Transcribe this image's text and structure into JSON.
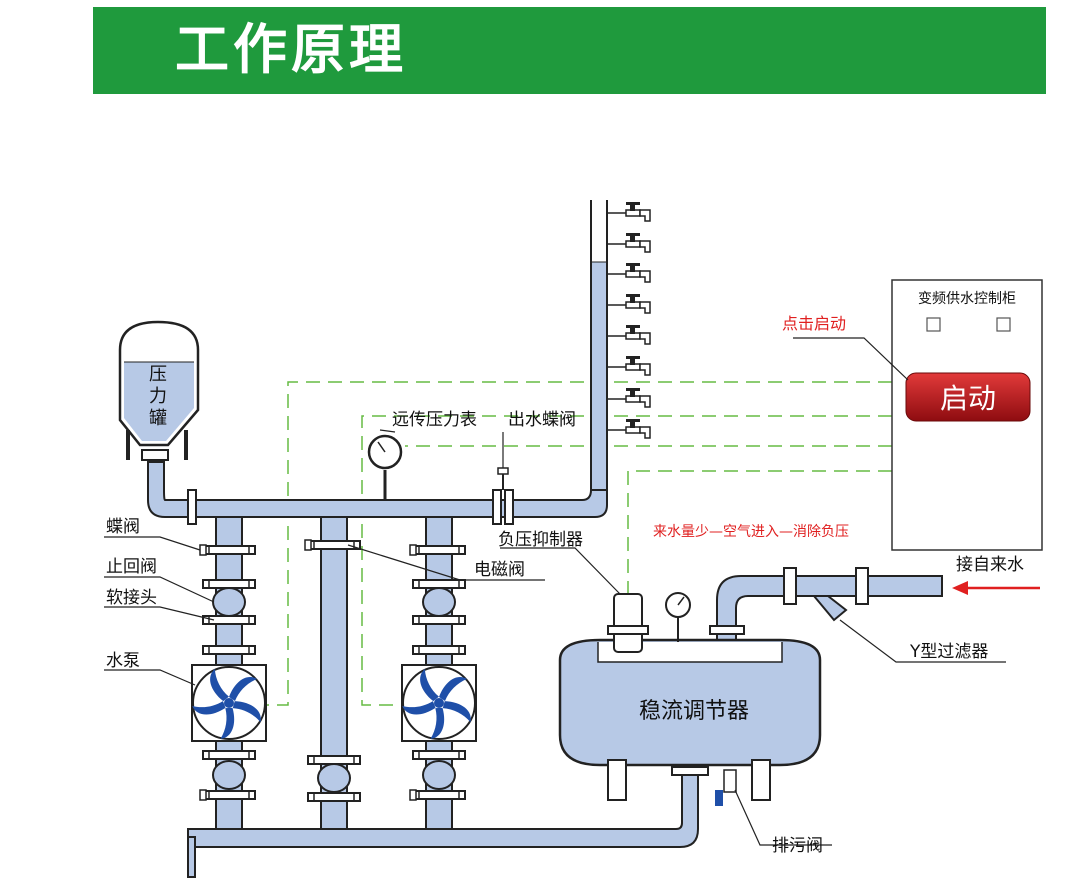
{
  "banner": {
    "title": "工作原理"
  },
  "cabinet": {
    "title": "变频供水控制柜",
    "start_button": "启动",
    "click_hint": "点击启动"
  },
  "labels": {
    "pressure_tank": [
      "压",
      "力",
      "罐"
    ],
    "remote_gauge": "远传压力表",
    "outlet_valve": "出水蝶阀",
    "butterfly_valve": "蝶阀",
    "check_valve": "止回阀",
    "soft_joint": "软接头",
    "pump": "水泵",
    "solenoid_valve": "电磁阀",
    "negative_pressure": "负压抑制器",
    "note": "来水量少—空气进入—消除负压",
    "inlet": "接自来水",
    "y_filter": "Y型过滤器",
    "stabilizer": "稳流调节器",
    "drain_valve": "排污阀"
  },
  "colors": {
    "banner": "#1f9a3d",
    "pipe_fill": "#b7c9e6",
    "water": "#b7c9e6",
    "button": "#c0161b",
    "signal_line": "#66bb44",
    "arrow": "#e02020"
  }
}
